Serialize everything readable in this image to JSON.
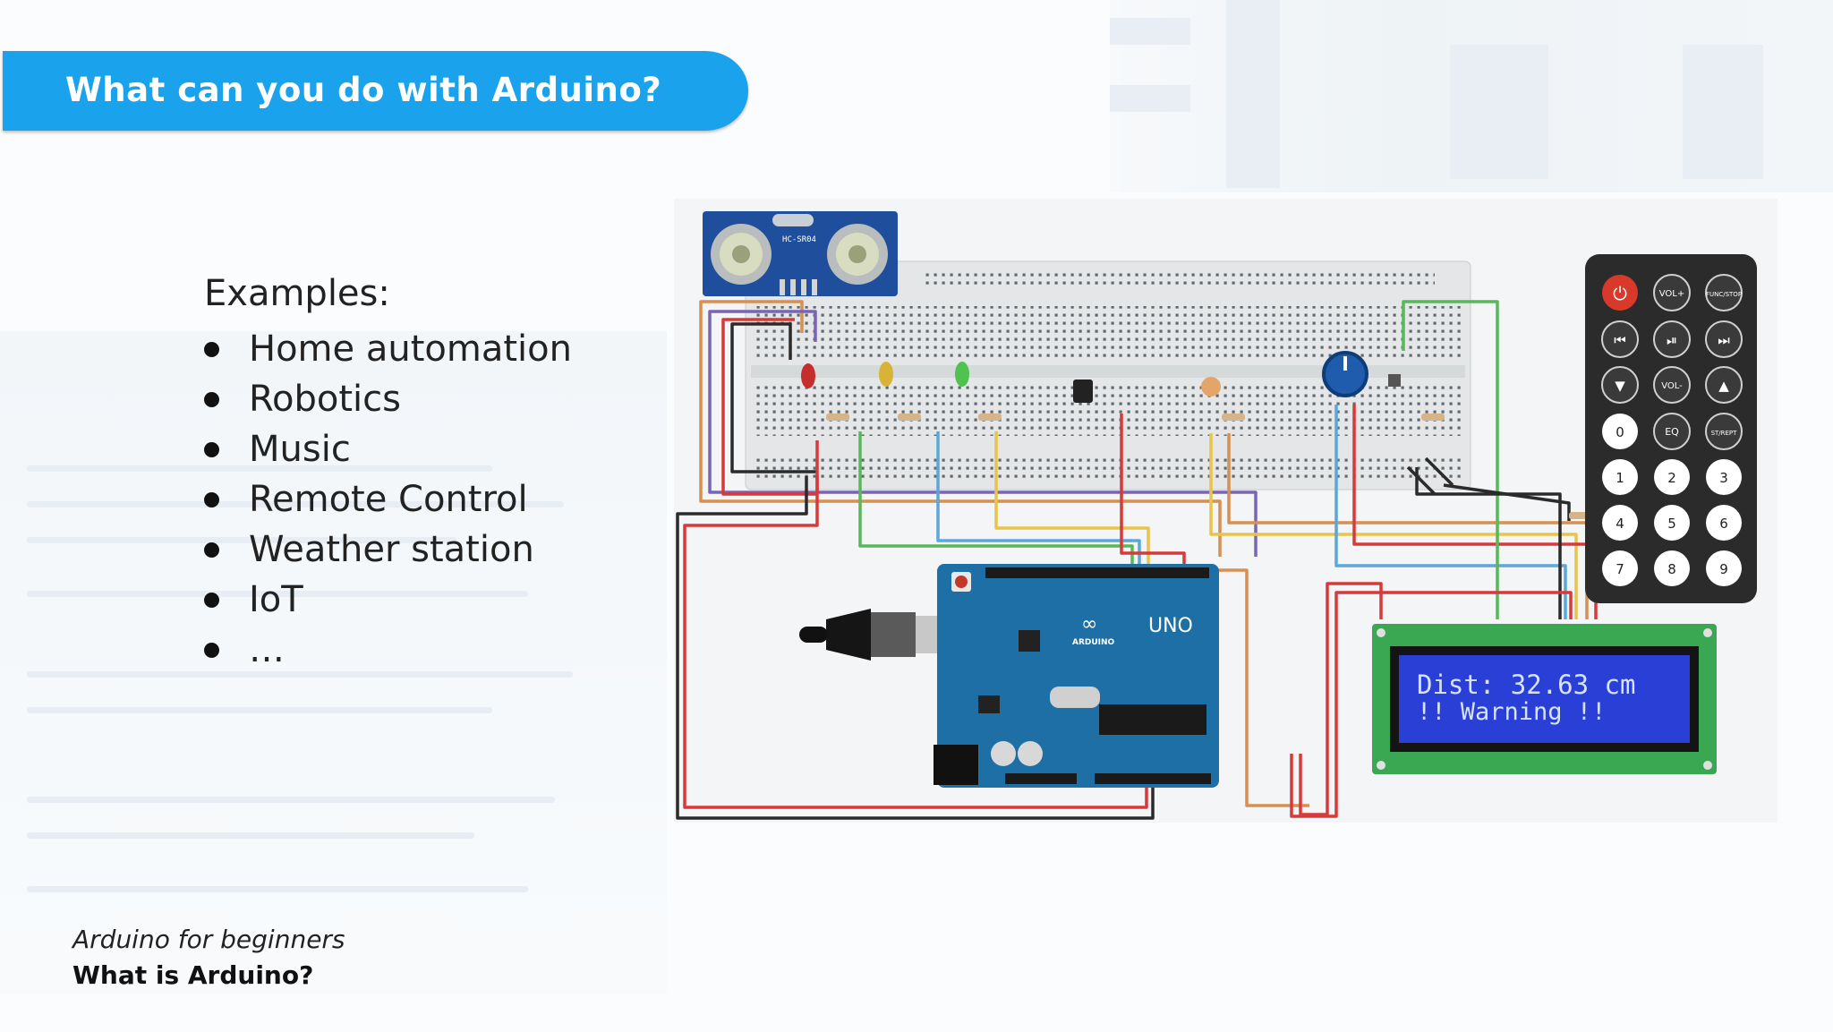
{
  "slide": {
    "title": "What can you do with Arduino?",
    "examples_heading": "Examples:",
    "examples": [
      "Home automation",
      "Robotics",
      "Music",
      "Remote Control",
      "Weather station",
      "IoT",
      "…"
    ]
  },
  "footer": {
    "course": "Arduino for beginners",
    "topic": "What is Arduino?"
  },
  "circuit": {
    "sensor_label": "HC-SR04",
    "board_label": "UNO",
    "board_brand": "ARDUINO",
    "lcd_line1": "Dist: 32.63 cm",
    "lcd_line2": "!! Warning !!",
    "remote": {
      "row1": [
        "VOL+",
        "FUNC/STOP"
      ],
      "row3": [
        "VOL-"
      ],
      "row4": [
        "0",
        "EQ",
        "ST/REPT"
      ],
      "row5": [
        "1",
        "2",
        "3"
      ],
      "row6": [
        "4",
        "5",
        "6"
      ],
      "row7": [
        "7",
        "8",
        "9"
      ]
    }
  },
  "colors": {
    "banner": "#1aa3ec",
    "board": "#1d6fa5",
    "lcd_screen": "#2a3fd6",
    "lcd_pcb": "#3aa853",
    "remote_body": "#2b2b2b"
  }
}
